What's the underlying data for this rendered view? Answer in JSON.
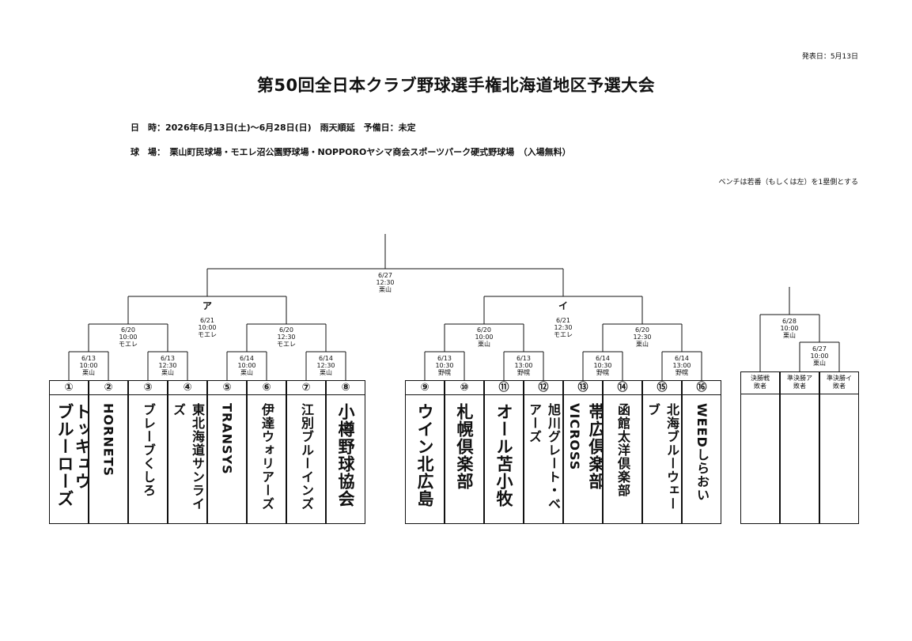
{
  "pubdate": "発表日：5月13日",
  "title": "第50回全日本クラブ野球選手権北海道地区予選大会",
  "info_date": "日　時：2026年6月13日(土)～6月28日(日)　雨天順延　予備日：未定",
  "info_venue": "球　場：　栗山町民球場・モエレ沼公園野球場・NOPPOROヤシマ商会スポーツパーク硬式野球場　（入場無料）",
  "bench_note": "ベンチは若番（もしくは左）を1塁側とする",
  "blocks": {
    "a": "ア",
    "i": "イ"
  },
  "games": {
    "g1": [
      "6/13",
      "10:00",
      "栗山"
    ],
    "g2": [
      "6/13",
      "12:30",
      "栗山"
    ],
    "g3": [
      "6/14",
      "10:00",
      "栗山"
    ],
    "g4": [
      "6/14",
      "12:30",
      "栗山"
    ],
    "g5": [
      "6/13",
      "10:30",
      "野幌"
    ],
    "g6": [
      "6/13",
      "13:00",
      "野幌"
    ],
    "g7": [
      "6/14",
      "10:30",
      "野幌"
    ],
    "g8": [
      "6/14",
      "13:00",
      "野幌"
    ],
    "qa1": [
      "6/20",
      "10:00",
      "モエレ"
    ],
    "qa2": [
      "6/20",
      "12:30",
      "モエレ"
    ],
    "qi1": [
      "6/20",
      "10:00",
      "栗山"
    ],
    "qi2": [
      "6/20",
      "12:30",
      "栗山"
    ],
    "sa": [
      "6/21",
      "10:00",
      "モエレ"
    ],
    "si": [
      "6/21",
      "12:30",
      "モエレ"
    ],
    "final": [
      "6/27",
      "12:30",
      "栗山"
    ],
    "pf1": [
      "6/28",
      "10:00",
      "栗山"
    ],
    "pf2": [
      "6/27",
      "10:00",
      "栗山"
    ]
  },
  "teams": [
    {
      "num": "①",
      "lines": [
        "トッキュウ",
        "ブルーローズ"
      ]
    },
    {
      "num": "②",
      "lines": [
        "HORNETS"
      ]
    },
    {
      "num": "③",
      "lines": [
        "ブレーブくしろ"
      ]
    },
    {
      "num": "④",
      "lines": [
        "東北海道サンライズ"
      ]
    },
    {
      "num": "⑤",
      "lines": [
        "TRANSYS"
      ]
    },
    {
      "num": "⑥",
      "lines": [
        "伊達ウォリアーズ"
      ]
    },
    {
      "num": "⑦",
      "lines": [
        "江別ブルーインズ"
      ]
    },
    {
      "num": "⑧",
      "lines": [
        "小樽野球協会"
      ]
    },
    {
      "num": "⑨",
      "lines": [
        "ウイン北広島"
      ]
    },
    {
      "num": "⑩",
      "lines": [
        "札幌倶楽部"
      ]
    },
    {
      "num": "⑪",
      "lines": [
        "オール苫小牧"
      ]
    },
    {
      "num": "⑫",
      "lines": [
        "旭川グレート・ベアーズ"
      ]
    },
    {
      "num": "⑬",
      "lines": [
        "帯広倶楽部",
        "VICROSS"
      ]
    },
    {
      "num": "⑭",
      "lines": [
        "函館太洋倶楽部"
      ]
    },
    {
      "num": "⑮",
      "lines": [
        "北海ブルーウェーブ"
      ]
    },
    {
      "num": "⑯",
      "lines": [
        "WEEDしらおい"
      ]
    }
  ],
  "final_table": [
    "決勝戦\n敗者",
    "準決勝ア\n敗者",
    "準決勝イ\n敗者"
  ]
}
